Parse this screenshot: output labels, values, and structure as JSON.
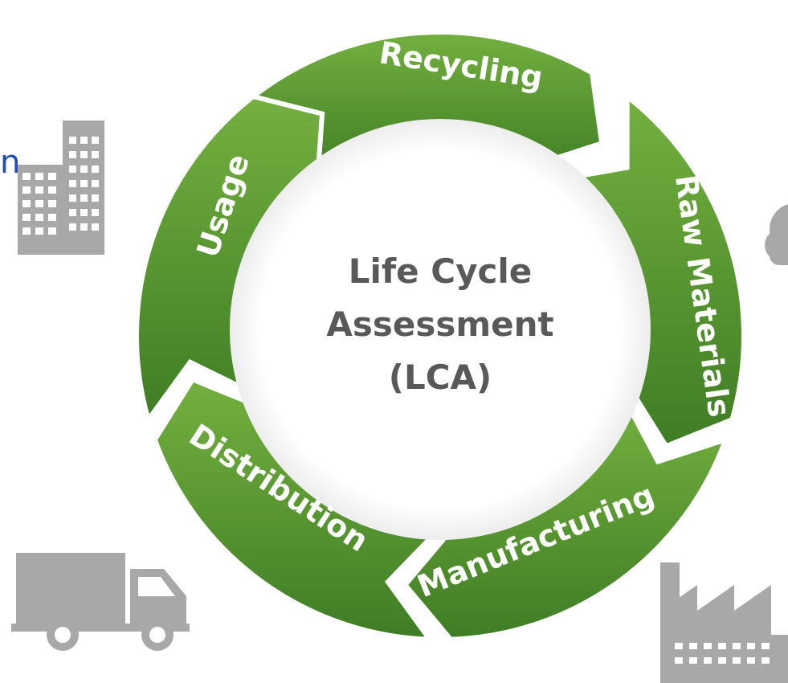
{
  "center": {
    "line1": "Life Cycle",
    "line2": "Assessment",
    "line3": "(LCA)"
  },
  "stages": [
    {
      "label": "Recycling"
    },
    {
      "label": "Raw Materials"
    },
    {
      "label": "Manufacturing"
    },
    {
      "label": "Distribution"
    },
    {
      "label": "Usage"
    }
  ],
  "cut_off_text": "n",
  "colors": {
    "ring_light": "#72ad3e",
    "ring_dark": "#3f7f25",
    "icon_gray": "#a8a8a8",
    "center_text": "#595959",
    "cut_text": "#1f4fb4"
  },
  "icons": [
    "building-icon",
    "truck-icon",
    "factory-icon",
    "cloud-icon"
  ]
}
